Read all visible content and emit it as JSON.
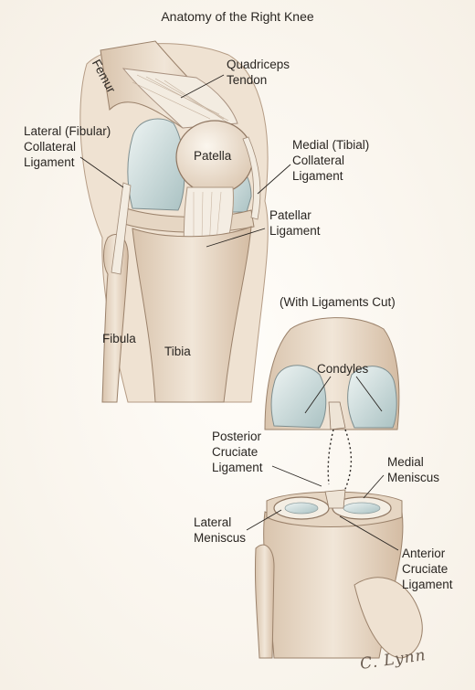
{
  "title": "Anatomy of the Right Knee",
  "labels": {
    "femur": "Femur",
    "quadriceps_tendon": "Quadriceps\nTendon",
    "lateral_collateral": "Lateral (Fibular)\nCollateral\nLigament",
    "patella": "Patella",
    "medial_collateral": "Medial (Tibial)\nCollateral\nLigament",
    "patellar_ligament": "Patellar\nLigament",
    "fibula": "Fibula",
    "tibia": "Tibia",
    "with_ligaments_cut": "(With Ligaments Cut)",
    "condyles": "Condyles",
    "posterior_cruciate": "Posterior\nCruciate\nLigament",
    "medial_meniscus": "Medial\nMeniscus",
    "lateral_meniscus": "Lateral\nMeniscus",
    "anterior_cruciate": "Anterior\nCruciate\nLigament"
  },
  "signature": "C. Lynn",
  "colors": {
    "bone": "#ebdccb",
    "bone_shade": "#c9b29a",
    "cartilage": "#cfdede",
    "ligament": "#f2ebe0",
    "ink": "#2a2622",
    "outline": "#8a7462"
  }
}
